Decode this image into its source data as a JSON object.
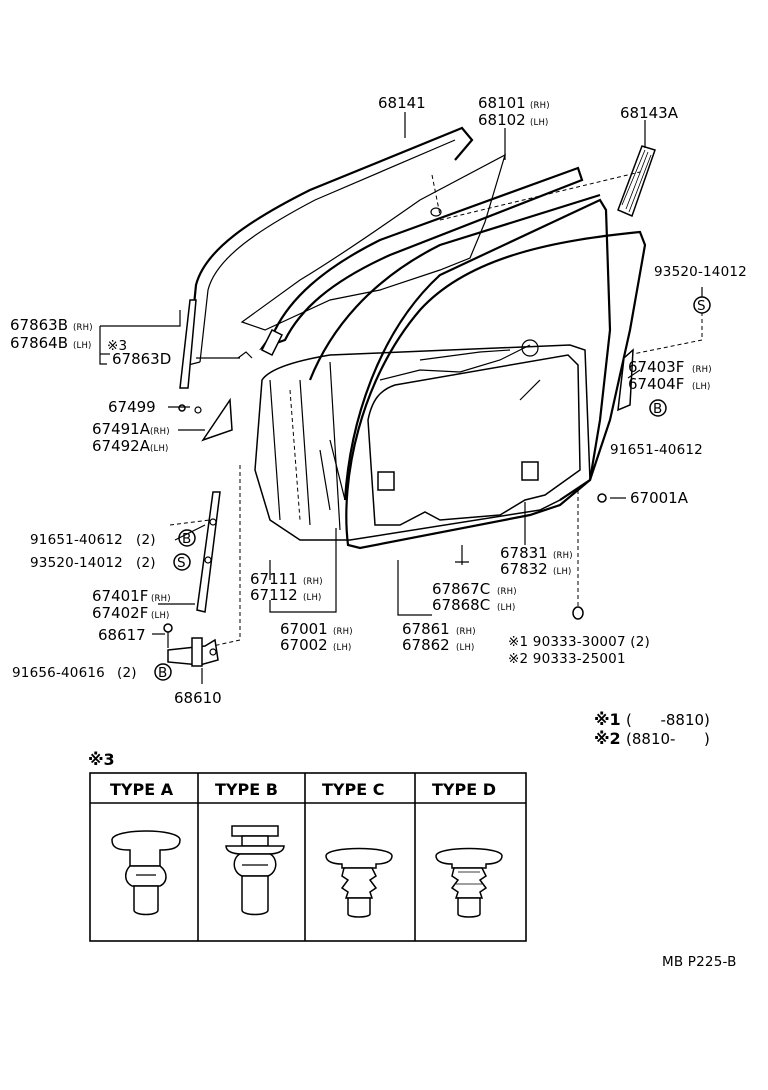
{
  "labels": {
    "p68141": "68141",
    "p68101": "68101",
    "p68102": "68102",
    "p68143A": "68143A",
    "p93520_14012_top": "93520-14012",
    "p67863B": "67863B",
    "p67864B": "67864B",
    "p67863D": "67863D",
    "star3_mark": "※3",
    "p67403F": "67403F",
    "p67404F": "67404F",
    "p91651_40612_right": "91651-40612",
    "p67499": "67499",
    "p67491A": "67491A",
    "p67492A": "67492A",
    "p67001A": "67001A",
    "p91651_40612_left": "91651-40612",
    "qty2_a": "(2)",
    "p93520_14012_left": "93520-14012",
    "qty2_b": "(2)",
    "p67401F": "67401F",
    "p67402F": "67402F",
    "p68617": "68617",
    "p91656_40616": "91656-40616",
    "qty2_c": "(2)",
    "p68610": "68610",
    "p67111": "67111",
    "p67112": "67112",
    "p67001": "67001",
    "p67002": "67002",
    "p67831": "67831",
    "p67832": "67832",
    "p67867C": "67867C",
    "p67868C": "67868C",
    "p67861": "67861",
    "p67862": "67862",
    "note1": "※1 90333-30007 (2)",
    "note2": "※2 90333-25001",
    "rh": "(RH)",
    "lh": "(LH)",
    "circle_s": "S",
    "circle_b": "B"
  },
  "date_notes": {
    "line1_mark": "※1",
    "line1_text": "(      -8810)",
    "line2_mark": "※2",
    "line2_text": "(8810-      )"
  },
  "clip_table": {
    "title": "※3",
    "types": [
      "TYPE A",
      "TYPE B",
      "TYPE C",
      "TYPE D"
    ]
  },
  "footer": {
    "code": "MB P225-B"
  }
}
